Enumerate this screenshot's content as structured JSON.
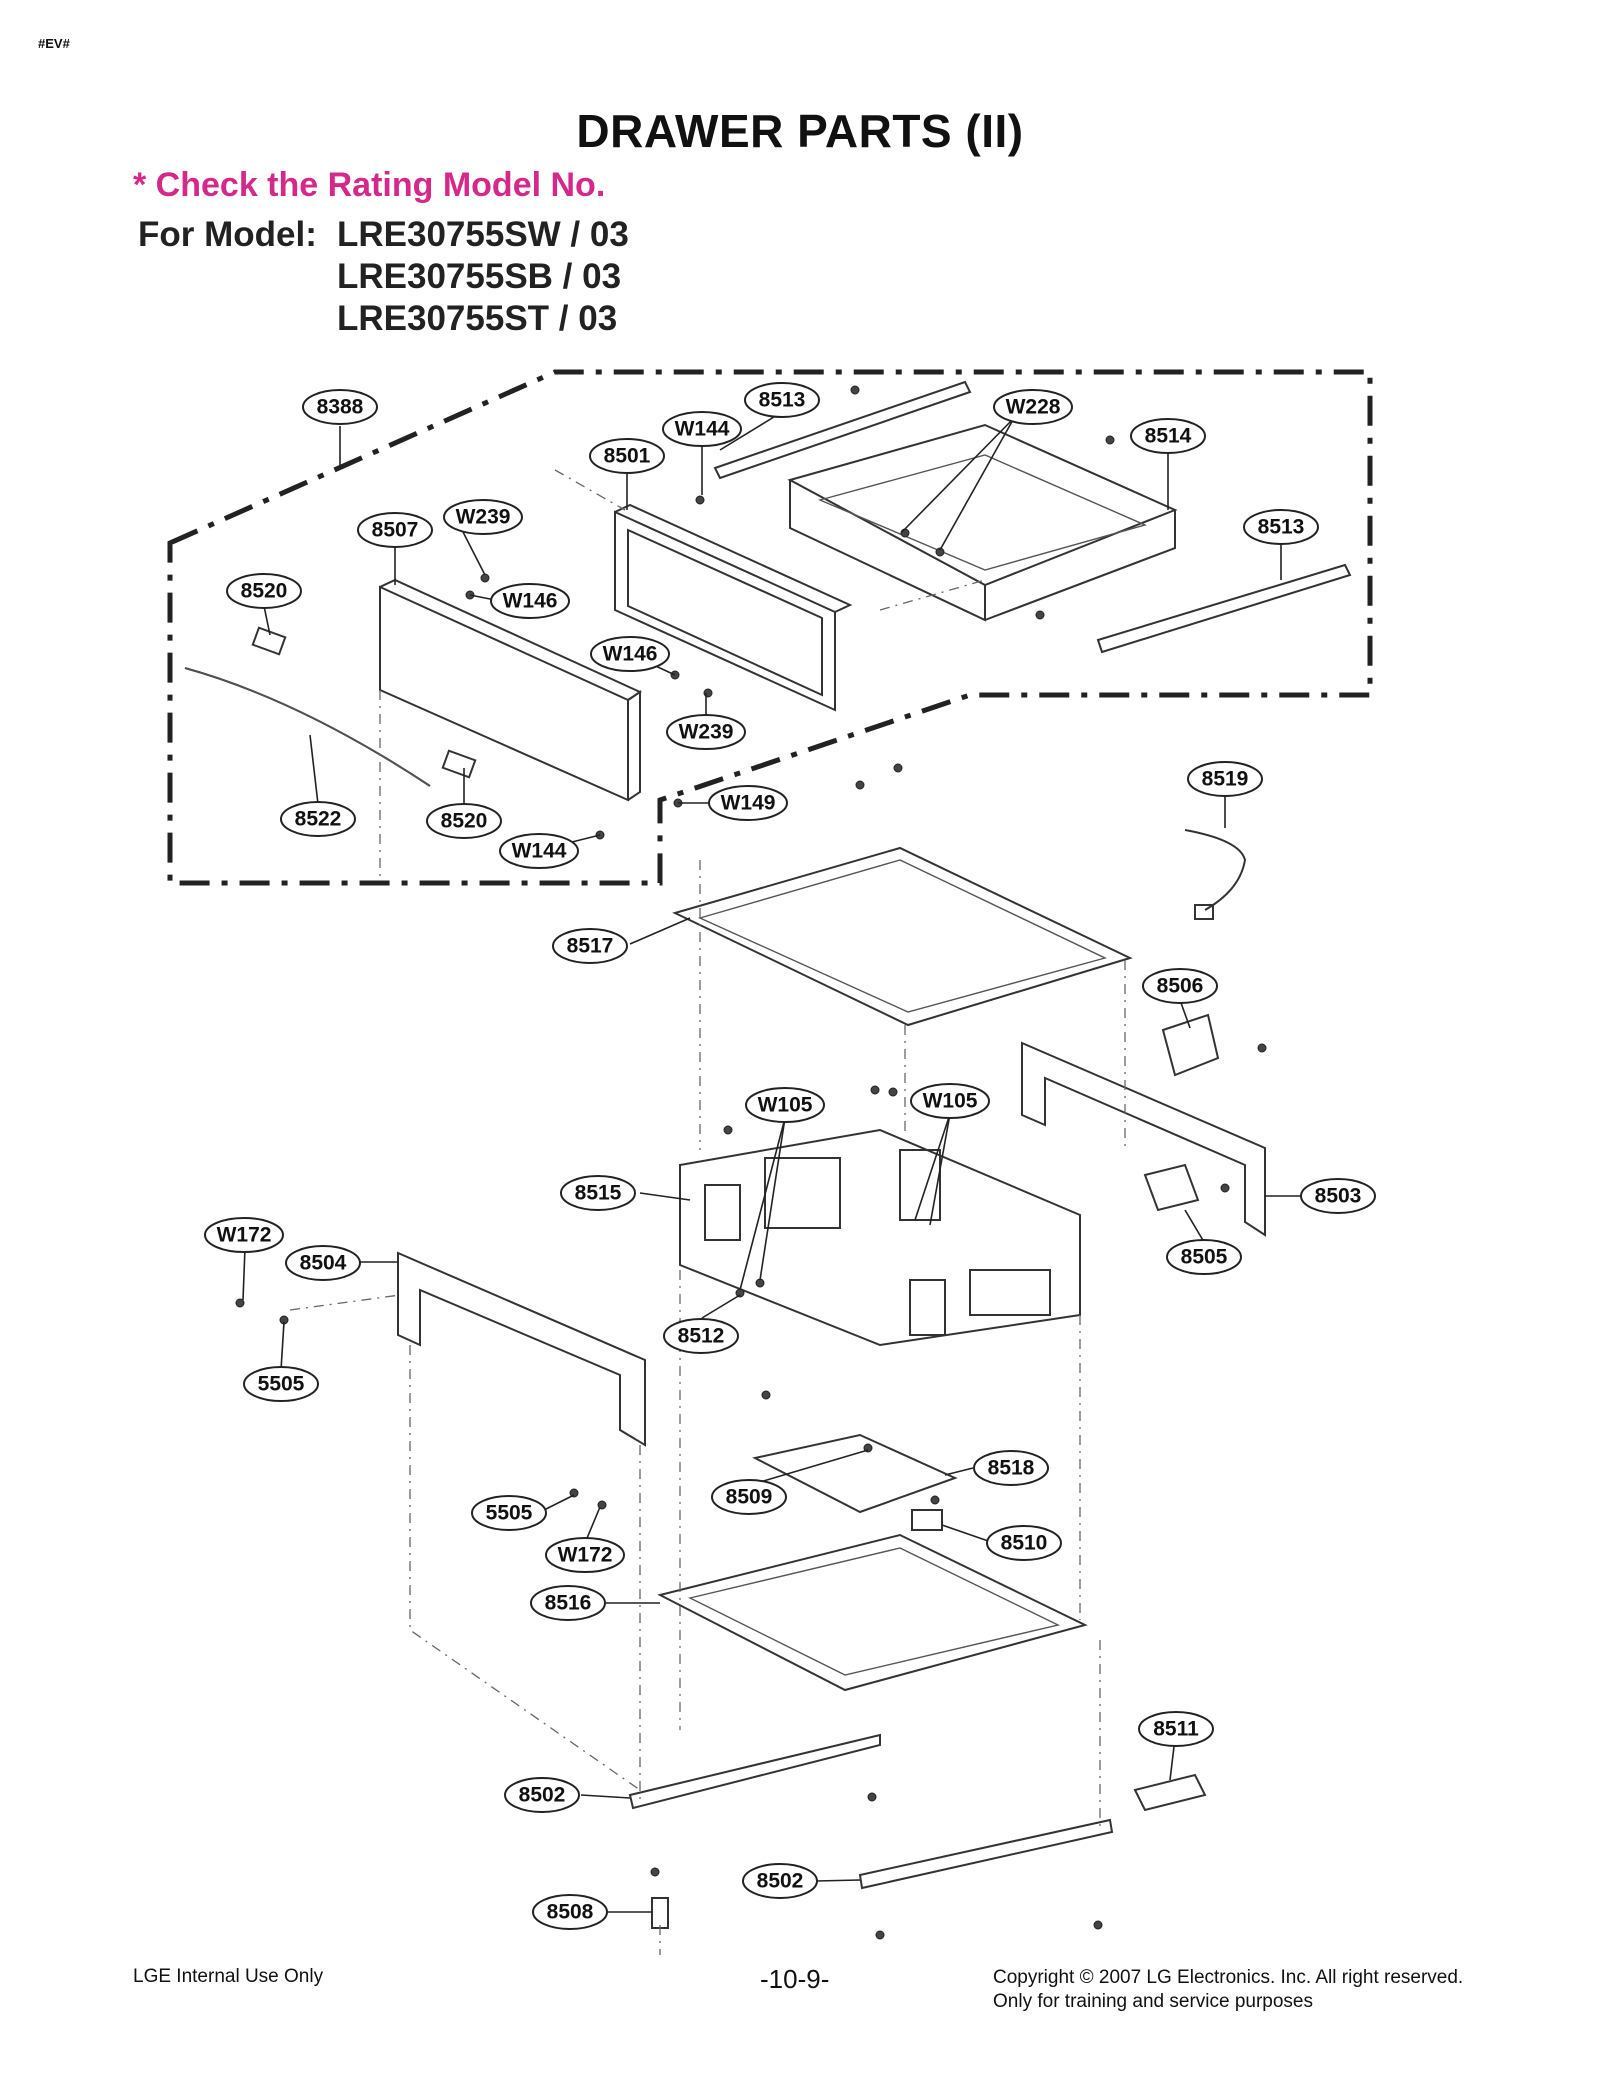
{
  "page": {
    "code_tag": "#EV#",
    "title": "DRAWER PARTS (II)",
    "check_note": "* Check the Rating Model No.",
    "model_label": "For Model:",
    "models": [
      "LRE30755SW / 03",
      "LRE30755SB / 03",
      "LRE30755ST / 03"
    ]
  },
  "footer": {
    "left": "LGE Internal Use Only",
    "page_number": "-10-9-",
    "copyright": "Copyright © 2007 LG Electronics. Inc. All right reserved.",
    "note": "Only for training and service purposes"
  },
  "callouts": {
    "c8388": "8388",
    "c8513a": "8513",
    "cW228": "W228",
    "c8514": "8514",
    "cW144a": "W144",
    "c8501": "8501",
    "c8513b": "8513",
    "c8507": "8507",
    "cW239a": "W239",
    "c8520a": "8520",
    "cW146a": "W146",
    "cW146b": "W146",
    "cW239b": "W239",
    "c8522": "8522",
    "c8520b": "8520",
    "cW144b": "W144",
    "cW149": "W149",
    "c8519": "8519",
    "c8517": "8517",
    "c8506": "8506",
    "cW105a": "W105",
    "cW105b": "W105",
    "c8515": "8515",
    "c8503": "8503",
    "cW172a": "W172",
    "c8504": "8504",
    "c8505": "8505",
    "c8512": "8512",
    "c5505a": "5505",
    "c8518": "8518",
    "c8509": "8509",
    "c5505b": "5505",
    "c8510": "8510",
    "cW172b": "W172",
    "c8516": "8516",
    "c8511": "8511",
    "c8502a": "8502",
    "c8502b": "8502",
    "c8508": "8508"
  }
}
